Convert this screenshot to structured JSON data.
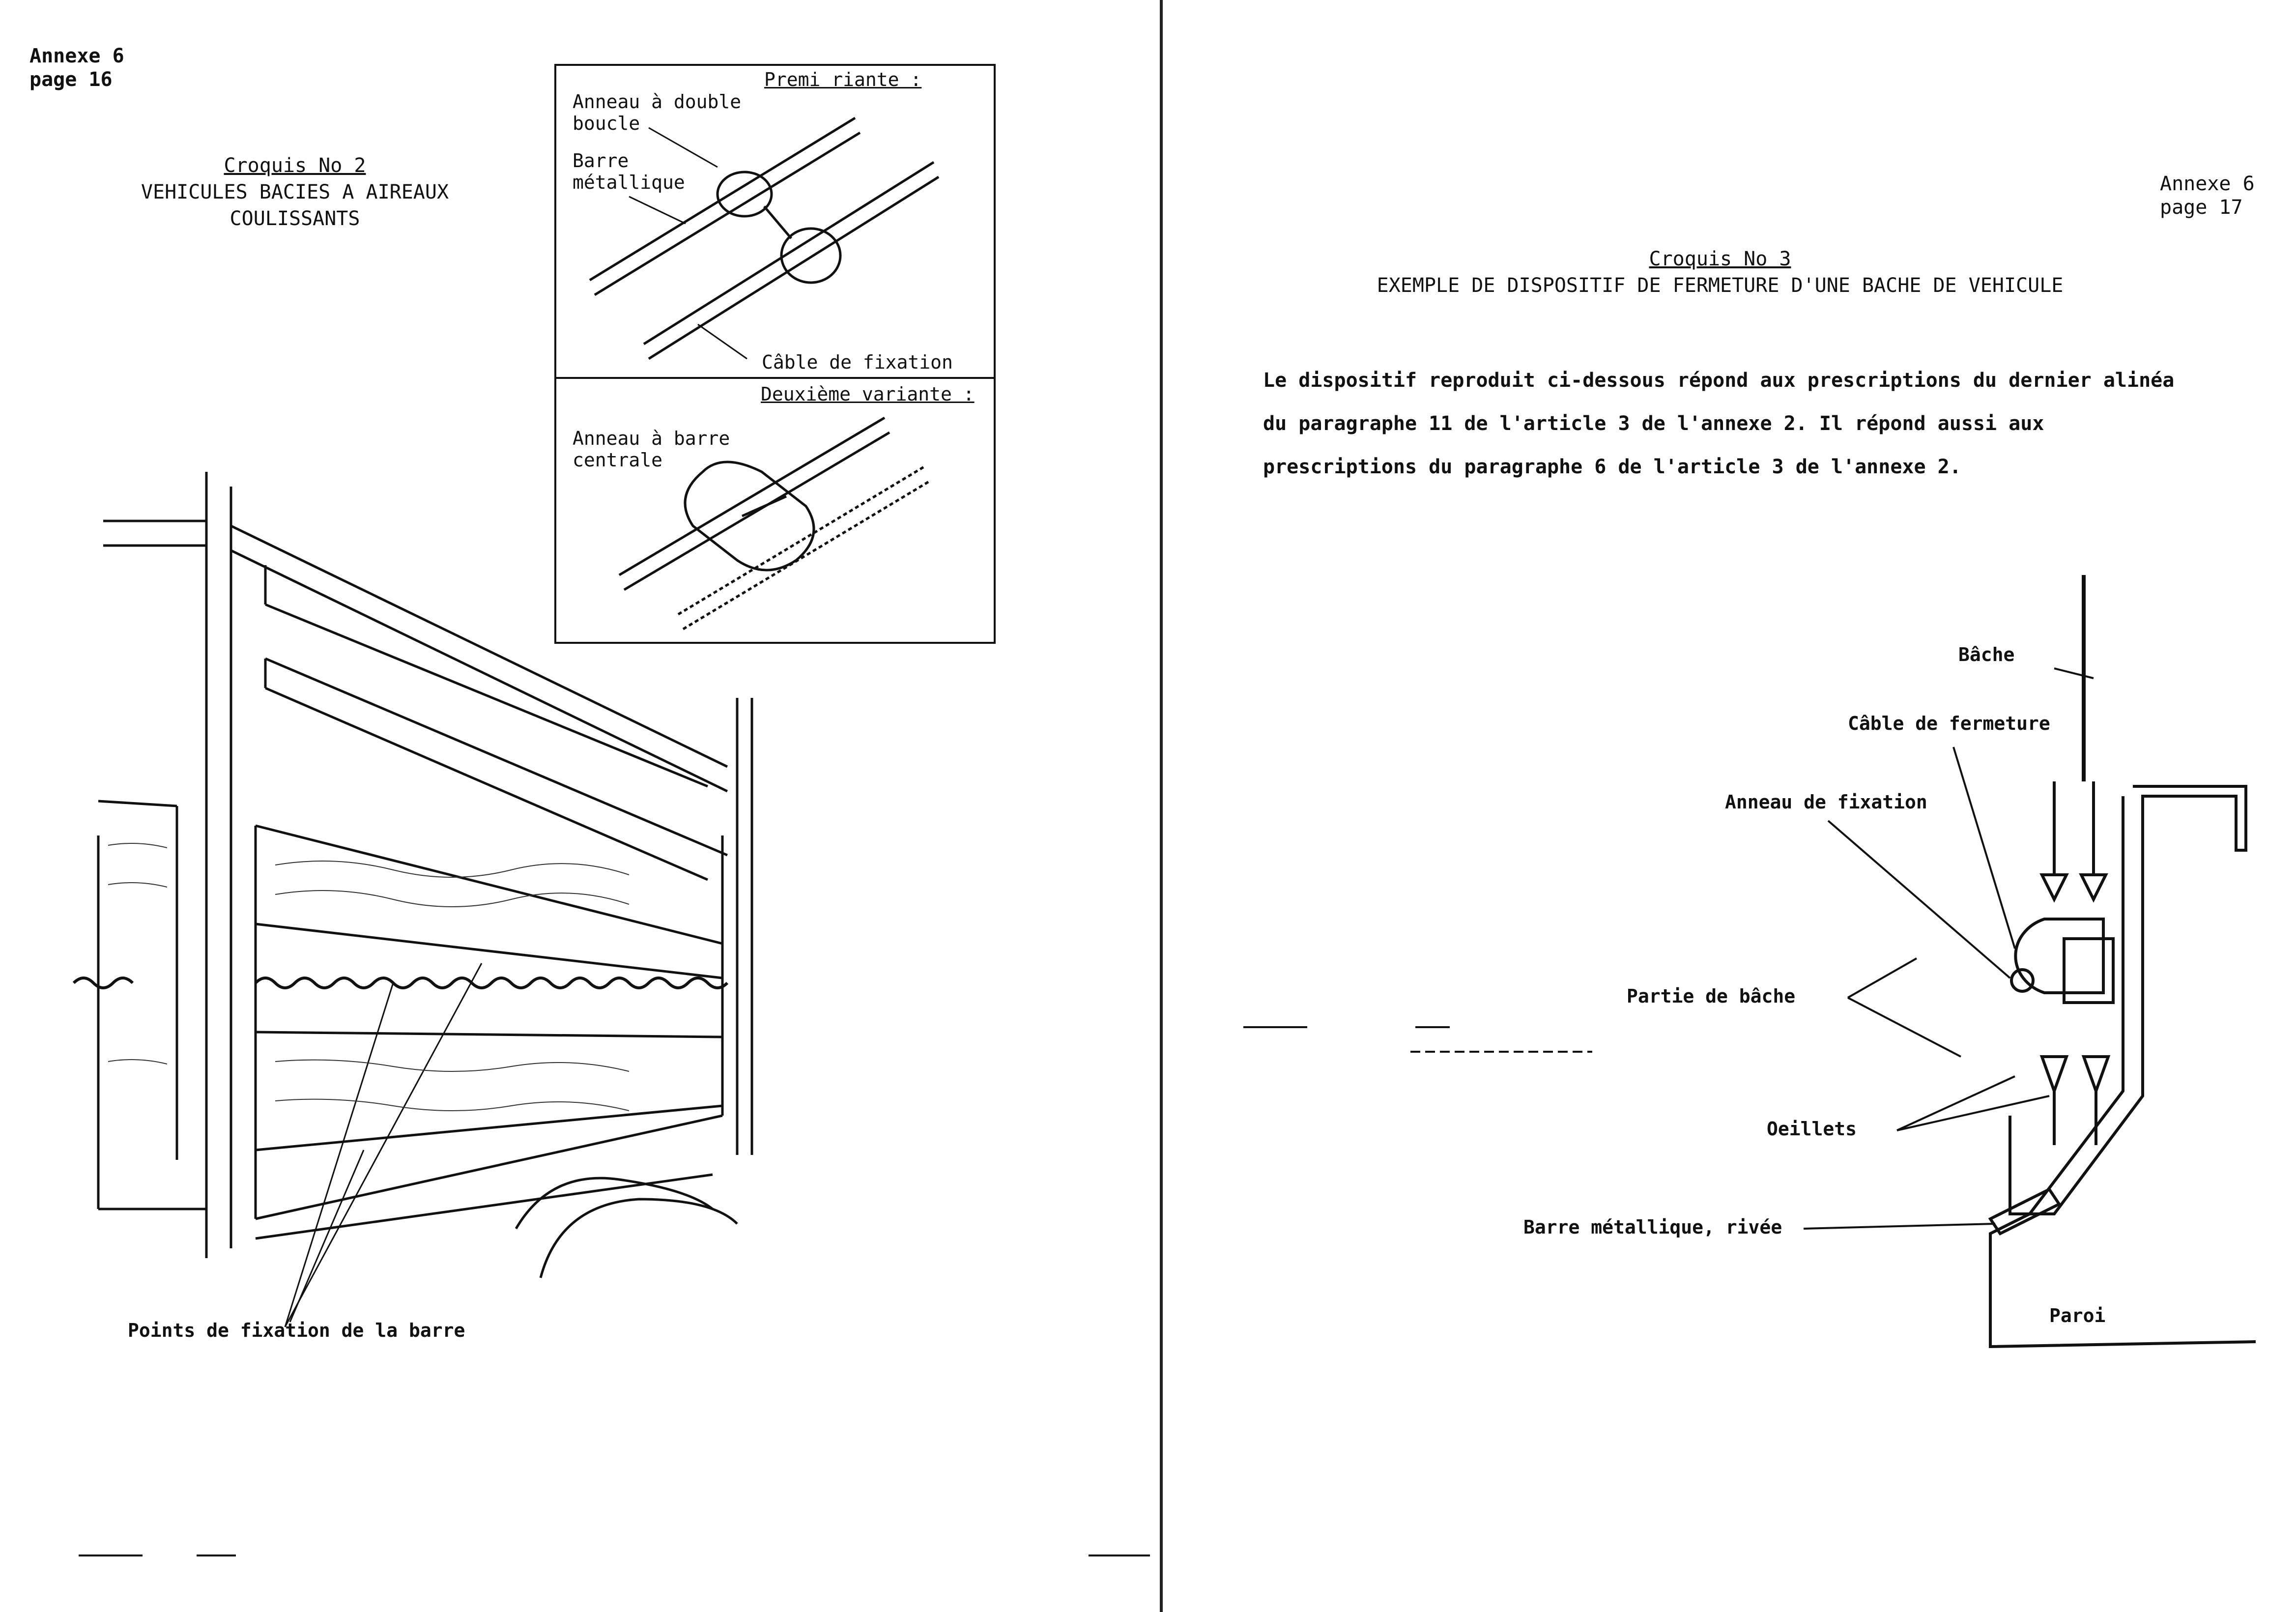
{
  "left_page": {
    "header": {
      "line1": "Annexe 6",
      "line2": "page 16"
    },
    "sketch_title": "Croquis No 2",
    "sketch_subtitle": "VEHICULES BACIES A AIREAUX COULISSANTS",
    "inset": {
      "variant1_heading": "Premi    riante :",
      "variant1_labels": {
        "double_ring": "Anneau à double\nboucle",
        "metal_bar": "Barre\nmétallique",
        "cable": "Câble de fixation"
      },
      "variant2_heading": "Deuxième variante :",
      "variant2_label": "Anneau à barre\ncentrale"
    },
    "bottom_label": "Points de fixation de la barre"
  },
  "right_page": {
    "header": {
      "line1": "Annexe 6",
      "line2": "page 17"
    },
    "sketch_title": "Croquis No 3",
    "sketch_subtitle": "EXEMPLE DE DISPOSITIF DE FERMETURE D'UNE BACHE DE VEHICULE",
    "paragraph": "Le dispositif reproduit ci-dessous répond aux prescriptions du dernier alinéa du paragraphe 11 de l'article 3 de l'annexe 2.  Il répond aussi aux prescriptions du paragraphe 6 de l'article 3 de l'annexe 2.",
    "labels": {
      "bache": "Bâche",
      "cable_fermeture": "Câble de fermeture",
      "anneau_fixation": "Anneau de fixation",
      "partie_bache": "Partie de bâche",
      "oeillets": "Oeillets",
      "barre": "Barre métallique, rivée",
      "paroi": "Paroi"
    }
  }
}
